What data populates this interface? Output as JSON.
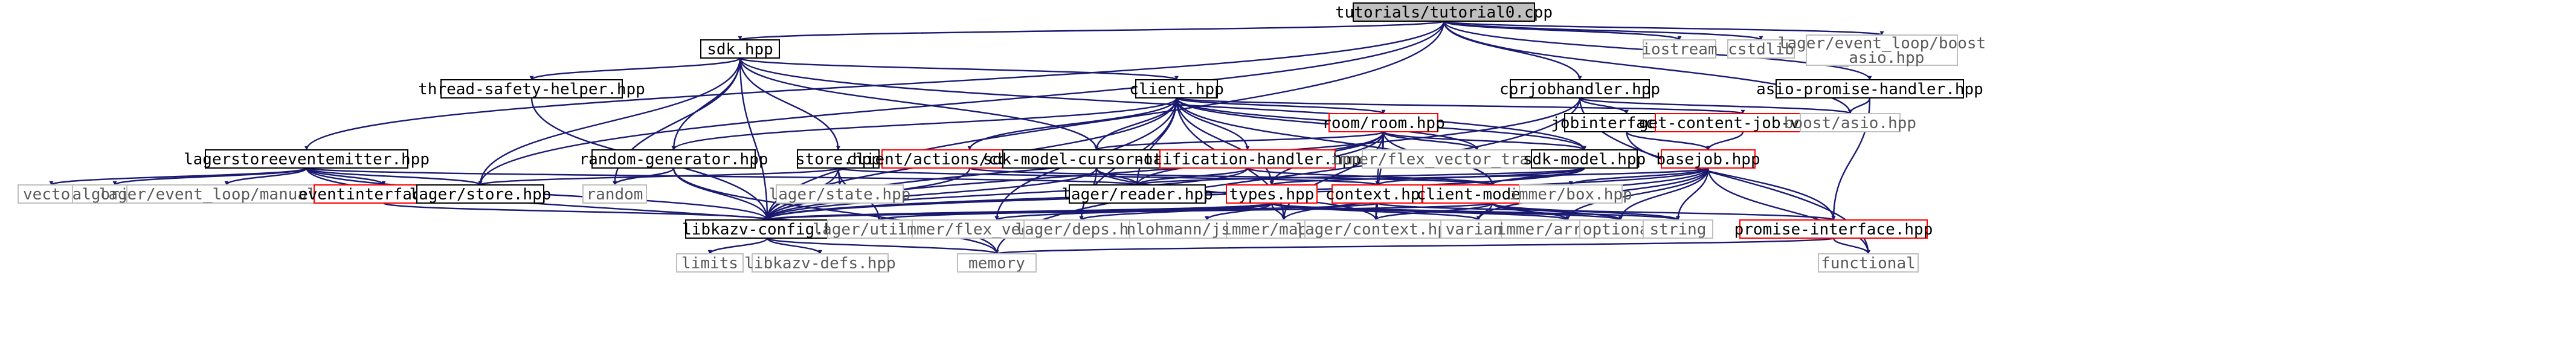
{
  "colors": {
    "edge": "#191970",
    "root_fill": "#bfbfbf",
    "box_border": "#000000",
    "warn_border": "#ff0000",
    "ext_border": "#bfbfbf",
    "text": "#000000",
    "ext_text": "#5a5a5a"
  },
  "nodes": {
    "root": "tutorials/tutorial0.cpp",
    "sdk": "sdk.hpp",
    "iostream": "iostream",
    "cstdlib": "cstdlib",
    "lager_event_loop_boost_asio": "lager/event_loop/boost\n_asio.hpp",
    "thread_safety_helper": "thread-safety-helper.hpp",
    "client": "client.hpp",
    "cprjobhandler": "cprjobhandler.hpp",
    "asio_promise_handler": "asio-promise-handler.hpp",
    "room": "room/room.hpp",
    "jobinterface": "jobinterface.hpp",
    "get_content_job": "get-content-job-v1.hpp",
    "boost_asio": "boost/asio.hpp",
    "lagerstoreeventemitter": "lagerstoreeventemitter.hpp",
    "random_generator": "random-generator.hpp",
    "store": "store.hpp",
    "client_actions_content": "client/actions/content.hpp",
    "sdk_model_cursor_tag": "sdk-model-cursor-tag.hpp",
    "notification_handler": "notification-handler.hpp",
    "immer_flex_vector_transient": "immer/flex_vector_transient.hpp",
    "sdk_model": "sdk-model.hpp",
    "basejob": "basejob.hpp",
    "vector": "vector",
    "algorithm": "algorithm",
    "lager_event_loop_manual": "lager/event_loop/manual.hpp",
    "eventinterface": "eventinterface.hpp",
    "lager_store": "lager/store.hpp",
    "random": "random",
    "lager_state": "lager/state.hpp",
    "lager_reader": "lager/reader.hpp",
    "types": "types.hpp",
    "context": "context.hpp",
    "client_model": "client-model.hpp",
    "immer_box": "immer/box.hpp",
    "libkazv_config": "libkazv-config.hpp",
    "lager_util": "lager/util.hpp",
    "immer_flex_vector": "immer/flex_vector.hpp",
    "lager_deps": "lager/deps.hpp",
    "nlohmann_json": "nlohmann/json.hpp",
    "immer_map": "immer/map.hpp",
    "lager_context": "lager/context.hpp",
    "variant": "variant",
    "immer_array": "immer/array.hpp",
    "optional": "optional",
    "string": "string",
    "promise_interface": "promise-interface.hpp",
    "limits": "limits",
    "libkazv_defs": "libkazv-defs.hpp",
    "memory": "memory",
    "functional": "functional"
  }
}
